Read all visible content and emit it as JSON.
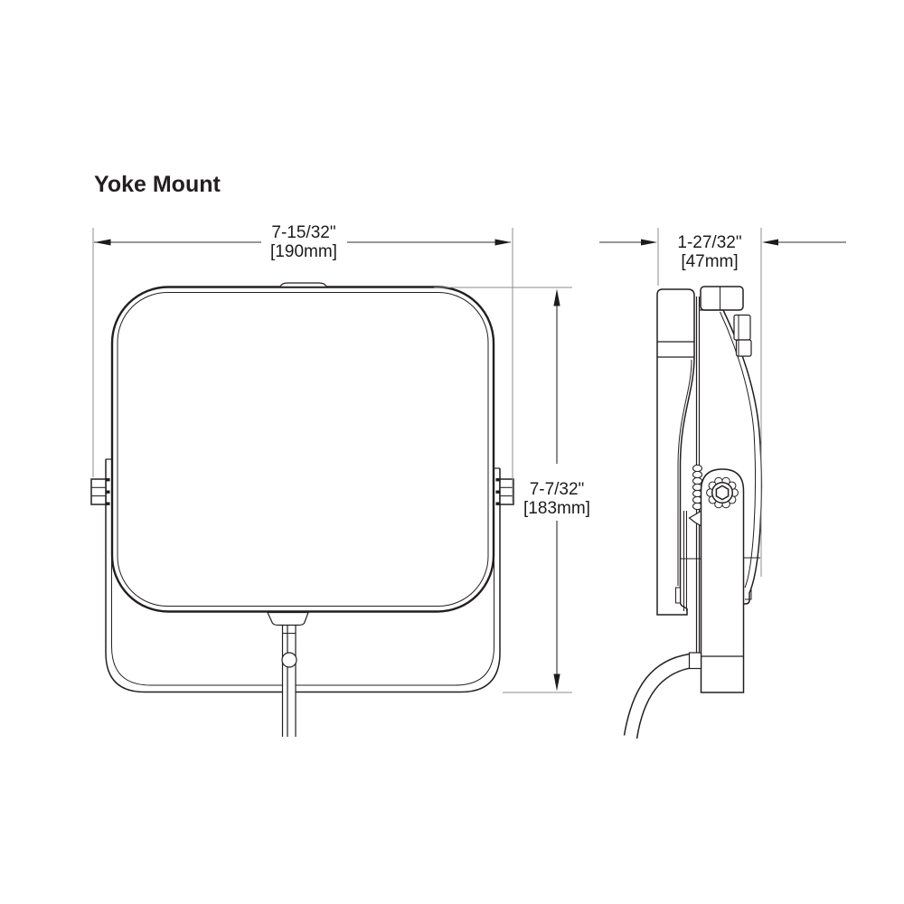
{
  "title": "Yoke Mount",
  "dimensions": {
    "width": {
      "inches": "7-15/32\"",
      "mm": "[190mm]"
    },
    "height": {
      "inches": "7-7/32\"",
      "mm": "[183mm]"
    },
    "depth": {
      "inches": "1-27/32\"",
      "mm": "[47mm]"
    }
  },
  "colors": {
    "background": "#ffffff",
    "drawing_line": "#231f20",
    "dimension_line": "#2e2e2e",
    "extension_line": "#8e8e8e",
    "text": "#1c1c1c"
  }
}
